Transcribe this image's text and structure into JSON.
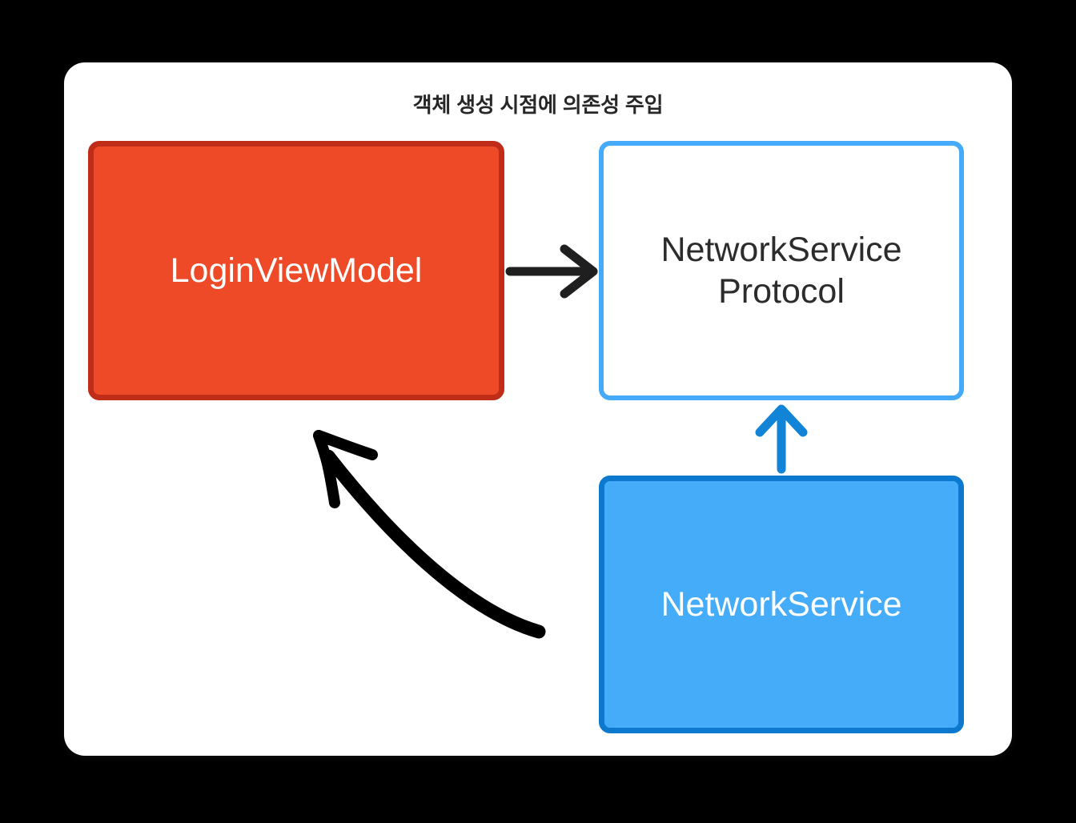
{
  "page": {
    "background_color": "#000000",
    "card_background": "#ffffff"
  },
  "diagram": {
    "title": "객체 생성 시점에 의존성 주입",
    "type": "dependency-injection-diagram",
    "nodes": [
      {
        "id": "login-view-model",
        "label": "LoginViewModel",
        "fill": "#ef4a28",
        "border": "#bf2c17",
        "text_color": "#ffffff"
      },
      {
        "id": "network-service-protocol",
        "label": "NetworkService\nProtocol",
        "fill": "#ffffff",
        "border": "#45aafa",
        "text_color": "#2c2c2c"
      },
      {
        "id": "network-service",
        "label": "NetworkService",
        "fill": "#45acfa",
        "border": "#0c79ce",
        "text_color": "#ffffff"
      }
    ],
    "edges": [
      {
        "id": "depends-on",
        "from": "login-view-model",
        "to": "network-service-protocol",
        "style": "straight",
        "color": "#1f1f1f",
        "label": ""
      },
      {
        "id": "conforms-to",
        "from": "network-service",
        "to": "network-service-protocol",
        "style": "straight",
        "color": "#1184d8",
        "label": ""
      },
      {
        "id": "injected-into",
        "from": "network-service",
        "to": "login-view-model",
        "style": "hand-drawn-curve",
        "color": "#000000",
        "label": ""
      }
    ]
  }
}
